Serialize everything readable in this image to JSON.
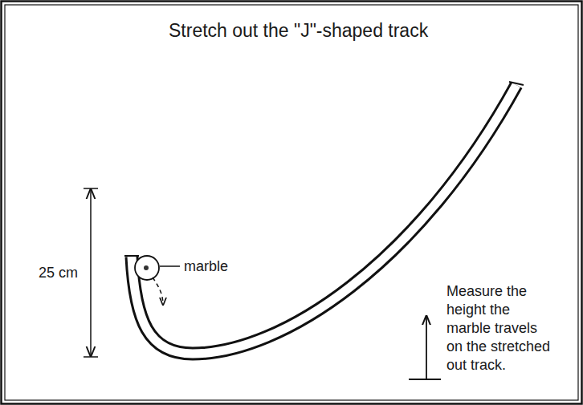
{
  "diagram": {
    "title": "Stretch out the \"J\"-shaped track",
    "labels": [
      "marble",
      "25 cm",
      "Measure the height the marble travels on the stretched out track."
    ]
  }
}
